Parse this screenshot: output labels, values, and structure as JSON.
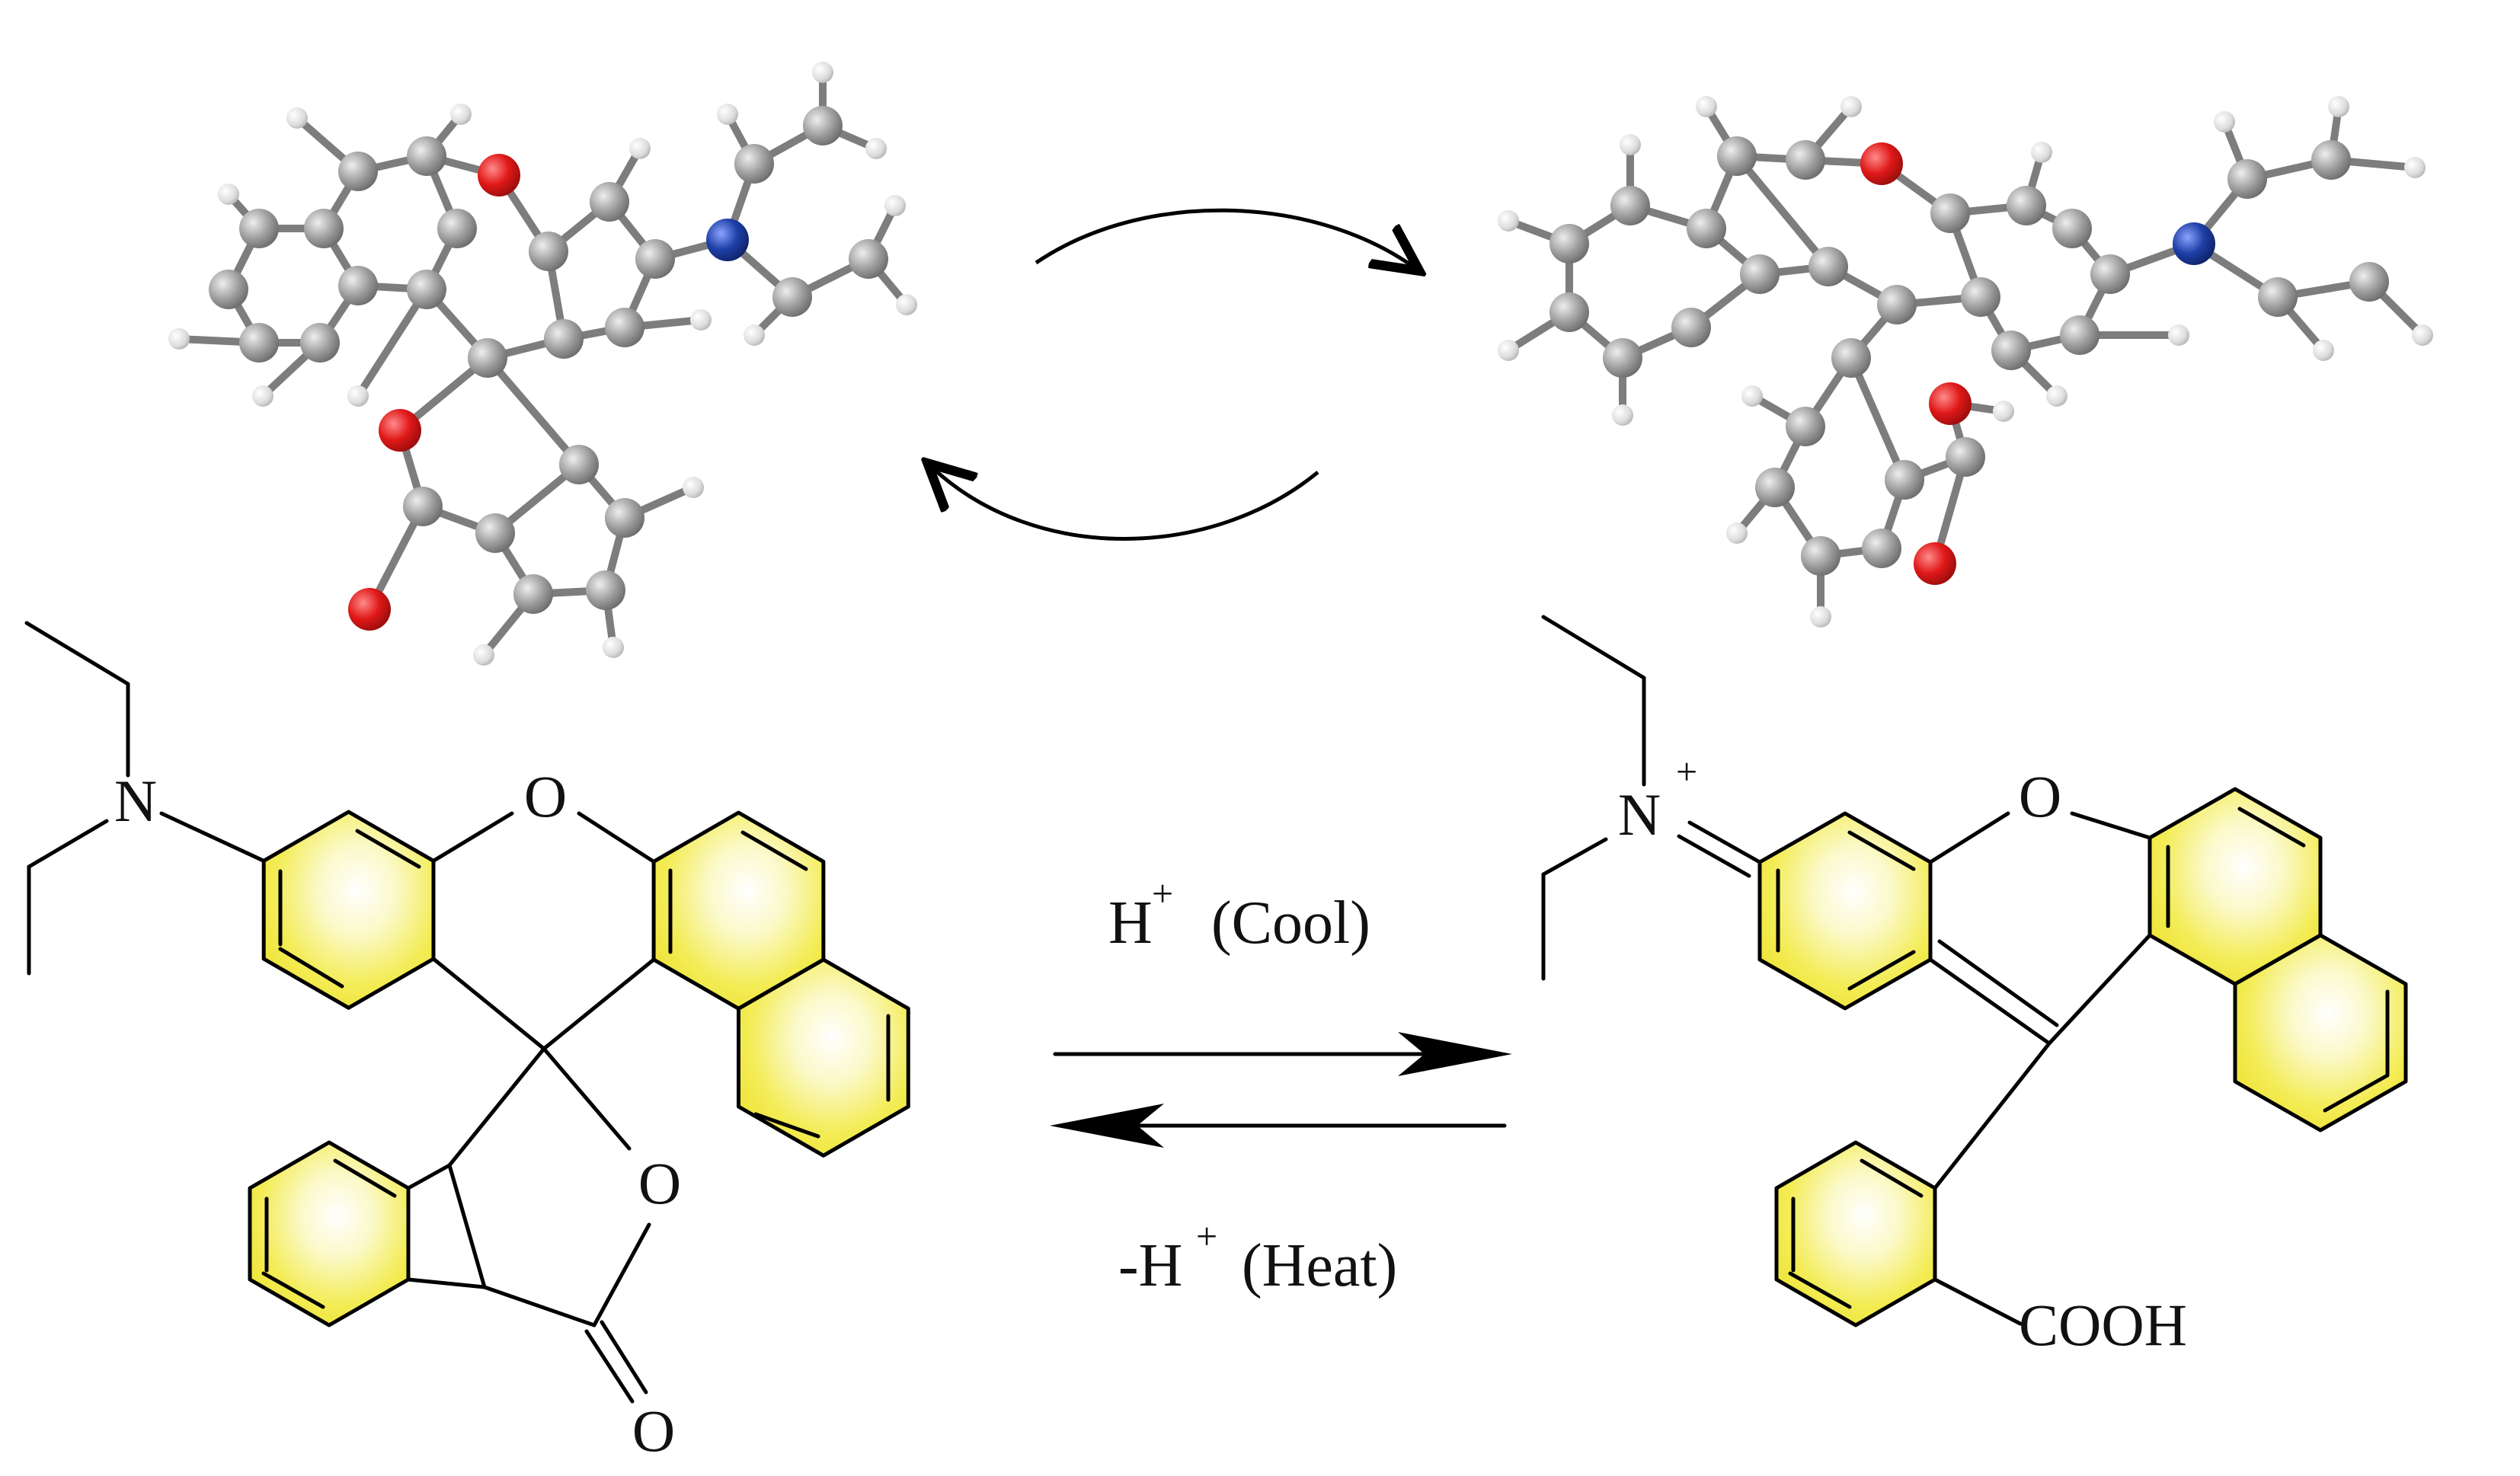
{
  "colors": {
    "aromatic_fill": "#f2ec4a",
    "aromatic_center": "#ffffff",
    "carbon_atom": "#9a9a9a",
    "hydrogen_atom": "#e6e6e6",
    "oxygen_atom": "#e01818",
    "nitrogen_atom": "#1e3fa6",
    "bond": "#000000"
  },
  "models": {
    "left_model_icon": "ball-and-stick-closed-lactone",
    "right_model_icon": "ball-and-stick-open-cation",
    "cycle_icon": "circular-arrows"
  },
  "left_structure": {
    "amine_N": "N",
    "xanthene_O": "O",
    "lactone_O": "O",
    "carbonyl_O": "O"
  },
  "right_structure": {
    "iminium_N": "N",
    "iminium_charge": "+",
    "xanthene_O": "O",
    "acid_group": "COOH"
  },
  "conditions": {
    "forward_main": "H",
    "forward_sup": "+",
    "forward_note": "(Cool)",
    "reverse_prefix": "-H",
    "reverse_sup": "+",
    "reverse_note": "(Heat)"
  }
}
